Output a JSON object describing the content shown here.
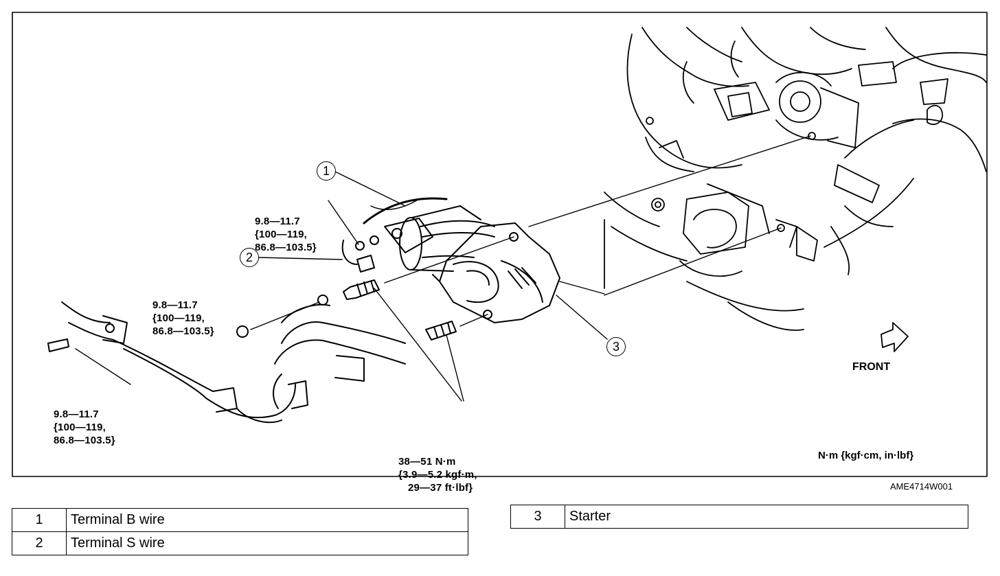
{
  "figure": {
    "callouts": [
      "1",
      "2",
      "3"
    ],
    "torques": {
      "t1": [
        "9.8—11.7",
        "{100—119,",
        "86.8—103.5}"
      ],
      "t2": [
        "9.8—11.7",
        "{100—119,",
        "86.8—103.5}"
      ],
      "t3": [
        "9.8—11.7",
        "{100—119,",
        "86.8—103.5}"
      ],
      "t4": [
        "38—51 N·m",
        "{3.9—5.2 kgf·m,",
        "29—37 ft·lbf}"
      ]
    },
    "front_label": "FRONT",
    "units_label": "N·m {kgf·cm, in·lbf}",
    "figure_id": "AME4714W001"
  },
  "legend_left": [
    {
      "num": "1",
      "desc": "Terminal B wire"
    },
    {
      "num": "2",
      "desc": "Terminal S wire"
    }
  ],
  "legend_right": [
    {
      "num": "3",
      "desc": "Starter"
    }
  ]
}
